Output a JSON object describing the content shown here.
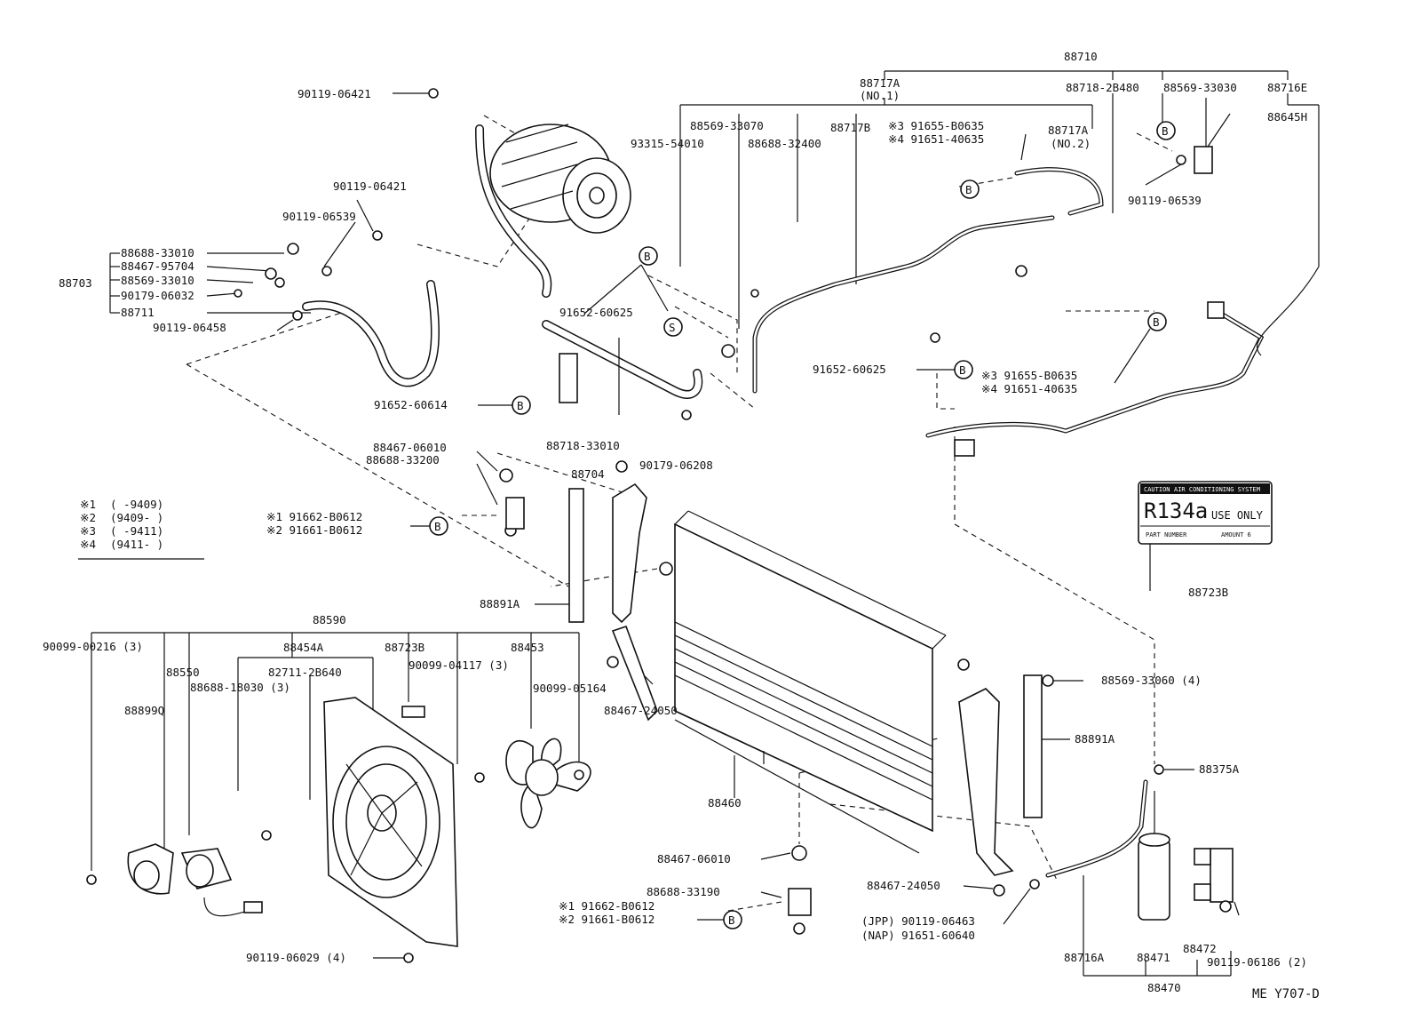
{
  "diagram_id": "ME  Y707-D",
  "callout_B": "B",
  "callout_S": "S",
  "legend": [
    {
      "mark": "※1",
      "range": "(      -9409)"
    },
    {
      "mark": "※2",
      "range": "(9409-      )"
    },
    {
      "mark": "※3",
      "range": "(      -9411)"
    },
    {
      "mark": "※4",
      "range": "(9411-      )"
    }
  ],
  "decal": {
    "header_left": "CAUTION",
    "header_right": "AIR CONDITIONING SYSTEM",
    "refrigerant": "R134a",
    "use_only": "USE ONLY",
    "row3_left": "PART NUMBER",
    "row3_right": "AMOUNT 6"
  },
  "labels": {
    "p88710": "88710",
    "p88717A_1": "88717A",
    "p88717A_1b": "(NO.1)",
    "p88718_2B480": "88718-2B480",
    "p88569_33030": "88569-33030",
    "p88716E": "88716E",
    "p88645H": "88645H",
    "p88569_33070": "88569-33070",
    "p93315_54010": "93315-54010",
    "p88688_32400": "88688-32400",
    "p88717B": "88717B",
    "p_s3_91655_B0635_top": "※3  91655-B0635",
    "p_s4_91651_40635_top": "※4  91651-40635",
    "p88717A_2": "88717A",
    "p88717A_2b": "(NO.2)",
    "p90119_06539_right": "90119-06539",
    "p90119_06421_top": "90119-06421",
    "p90119_06421_mid": "90119-06421",
    "p90119_06539_left": "90119-06539",
    "p88688_33010": "88688-33010",
    "p88467_95704": "88467-95704",
    "p88703": "88703",
    "p88569_33010": "88569-33010",
    "p90179_06032": "90179-06032",
    "p88711": "88711",
    "p90119_06458": "90119-06458",
    "p91652_60625_top": "91652-60625",
    "p91652_60614": "91652-60614",
    "p88718_33010": "88718-33010",
    "p88704": "88704",
    "p90179_06208": "90179-06208",
    "p91652_60625_mid": "91652-60625",
    "p_s3_91655_B0635_mid": "※3  91655-B0635",
    "p_s4_91651_40635_mid": "※4  91651-40635",
    "p88467_06010_top": "88467-06010",
    "p88688_33200": "88688-33200",
    "p_s1_91662_B0612_top": "※1  91662-B0612",
    "p_s2_91661_B0612_top": "※2  91661-B0612",
    "p88891A_left": "88891A",
    "p88723B_right": "88723B",
    "p88590": "88590",
    "p90099_00216": "90099-00216 (3)",
    "p88454A": "88454A",
    "p88723B_mid": "88723B",
    "p88453": "88453",
    "p88550": "88550",
    "p82711_2B640": "82711-2B640",
    "p90099_04117": "90099-04117 (3)",
    "p88688_18030": "88688-18030 (3)",
    "p90099_05164": "90099-05164",
    "p88899Q": "88899Q",
    "p88467_24050_top": "88467-24050",
    "p88569_33060": "88569-33060 (4)",
    "p88891A_right": "88891A",
    "p88375A": "88375A",
    "p88460": "88460",
    "p88467_06010_bot": "88467-06010",
    "p88688_33190": "88688-33190",
    "p_s1_91662_B0612_bot": "※1  91662-B0612",
    "p_s2_91661_B0612_bot": "※2  91661-B0612",
    "p88467_24050_bot": "88467-24050",
    "p_jpp_90119_06463": "(JPP)  90119-06463",
    "p_nap_91651_60640": "(NAP)  91651-60640",
    "p90119_06029": "90119-06029 (4)",
    "p88716A": "88716A",
    "p88471": "88471",
    "p88472": "88472",
    "p90119_06186": "90119-06186 (2)",
    "p88470": "88470"
  }
}
